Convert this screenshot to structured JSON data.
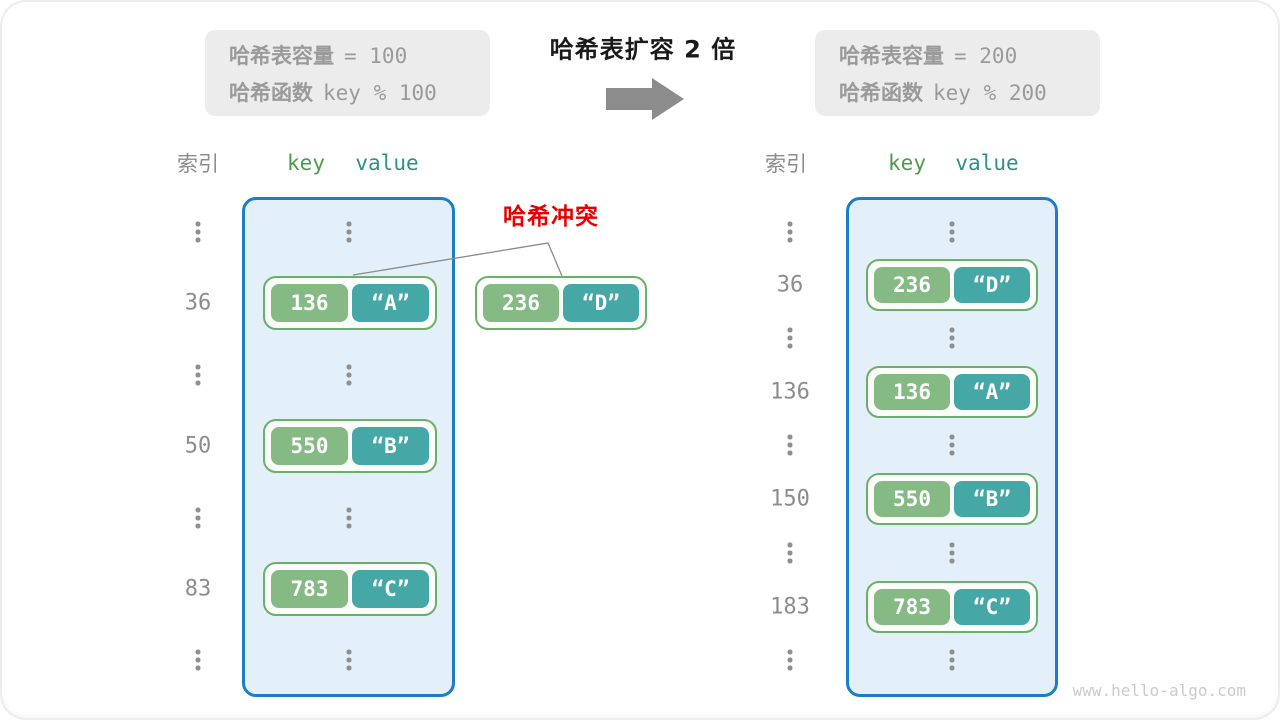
{
  "info_boxes": {
    "before": {
      "capacity_label": "哈希表容量",
      "capacity_value": "= 100",
      "hash_label": "哈希函数",
      "hash_value": "key % 100"
    },
    "after": {
      "capacity_label": "哈希表容量",
      "capacity_value": "= 200",
      "hash_label": "哈希函数",
      "hash_value": "key % 200"
    }
  },
  "transform": {
    "title": "哈希表扩容 2 倍"
  },
  "collision": {
    "label": "哈希冲突",
    "entry": {
      "key": "236",
      "value": "“D”"
    }
  },
  "tables": {
    "before": {
      "index_header": "索引",
      "key_header": "key",
      "value_header": "value",
      "entries": [
        {
          "index": "36",
          "key": "136",
          "value": "“A”"
        },
        {
          "index": "50",
          "key": "550",
          "value": "“B”"
        },
        {
          "index": "83",
          "key": "783",
          "value": "“C”"
        }
      ]
    },
    "after": {
      "index_header": "索引",
      "key_header": "key",
      "value_header": "value",
      "entries": [
        {
          "index": "36",
          "key": "236",
          "value": "“D”"
        },
        {
          "index": "136",
          "key": "136",
          "value": "“A”"
        },
        {
          "index": "150",
          "key": "550",
          "value": "“B”"
        },
        {
          "index": "183",
          "key": "783",
          "value": "“C”"
        }
      ]
    }
  },
  "watermark": "www.hello-algo.com",
  "colors": {
    "info-bg": "#ececec",
    "gray-text": "#9a9a9a",
    "gray-text2": "#8c8c8c",
    "dots-gray": "#8f8f8f",
    "arrow-gray": "#8c8c8c",
    "table-bg": "#e3eff9",
    "table-border": "#1b7ec6",
    "pair-bg": "#fbfdfa",
    "pair-border": "#6aaf6a",
    "key-green": "#85ba85",
    "value-teal": "#46a7a7",
    "key-header-green": "#4c9b4c",
    "value-header-teal": "#2f8f8c",
    "collision-red": "#e60000",
    "watermark-gray": "#cbcbcb"
  }
}
